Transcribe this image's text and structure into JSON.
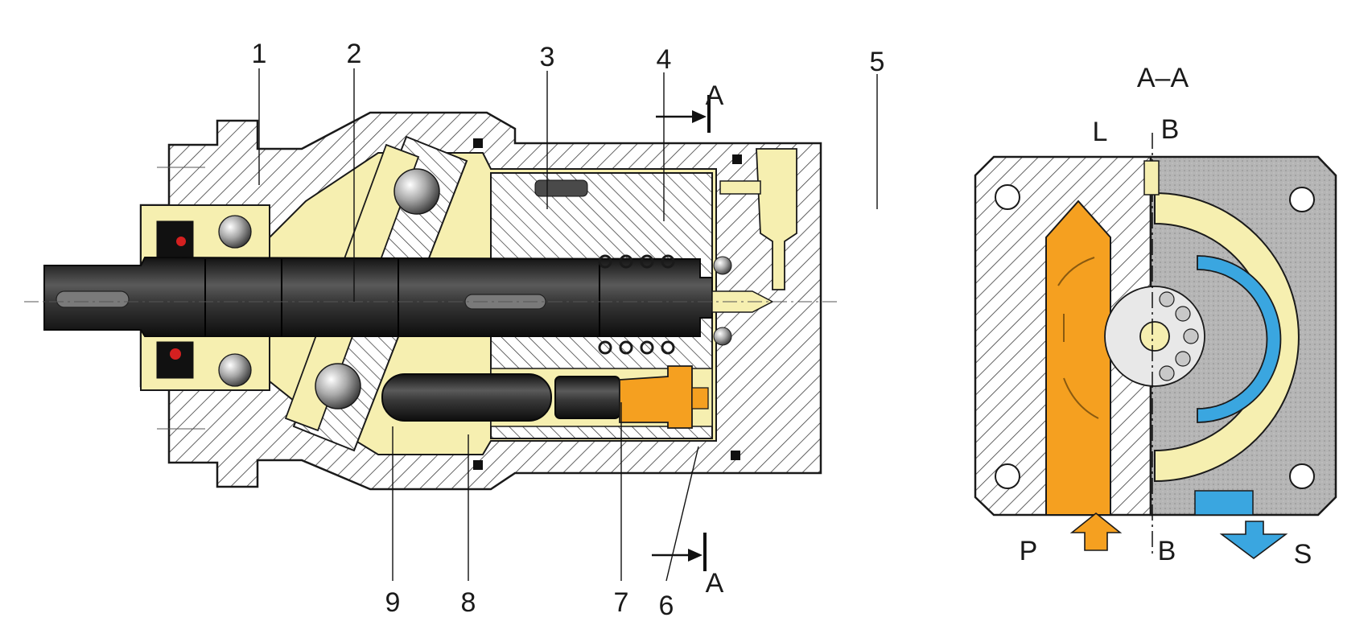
{
  "section_view_label": "A–A",
  "part_numbers": {
    "n1": "1",
    "n2": "2",
    "n3": "3",
    "n4": "4",
    "n5": "5",
    "n6": "6",
    "n7": "7",
    "n8": "8",
    "n9": "9"
  },
  "section_marks": {
    "top": "A",
    "bottom": "A"
  },
  "section_view_letters": {
    "l": "L",
    "b_top": "B",
    "b_bottom": "B",
    "p": "P",
    "s": "S"
  },
  "colors": {
    "housing_hatch": "#3a3a3a",
    "cream": "#f6efb0",
    "shaft": "#2e2e2e",
    "pressure_orange": "#f5a020",
    "suction_blue": "#3aa6e0",
    "valve_plate_grey": "#b8b8b8",
    "seal_red": "#d42020"
  }
}
